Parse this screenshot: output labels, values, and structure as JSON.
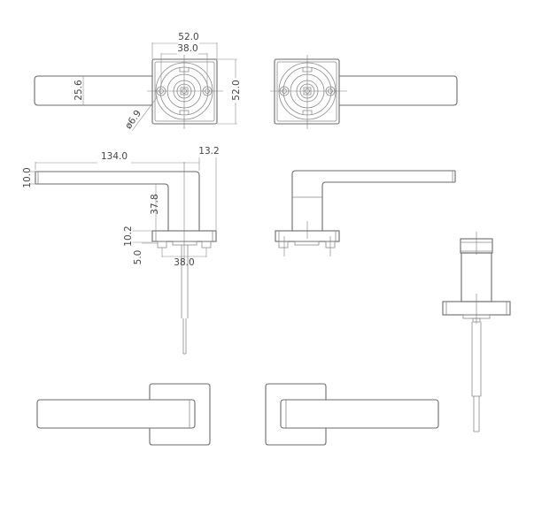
{
  "drawing": {
    "type": "lever handle technical drawing",
    "units": "mm",
    "line_color": "#6a6a6a",
    "background": "#ffffff",
    "views": [
      {
        "id": "top-left",
        "name": "Rear view with rose (left lever)"
      },
      {
        "id": "top-right",
        "name": "Rear view with rose (right lever)"
      },
      {
        "id": "middle-left",
        "name": "Side elevation (dimensioned)"
      },
      {
        "id": "middle-right",
        "name": "Side elevation (mirrored)"
      },
      {
        "id": "right-profile",
        "name": "End profile with spindle"
      },
      {
        "id": "bottom-left",
        "name": "Front view (left lever)"
      },
      {
        "id": "bottom-right",
        "name": "Front view (right lever)"
      }
    ]
  },
  "dimensions": {
    "rose_width": "52.0",
    "fixing_centres": "38.0",
    "rose_height": "52.0",
    "lever_width": "25.6",
    "hole_diameter": "ø6.9",
    "lever_length": "134.0",
    "lever_thickness": "10.0",
    "neck_offset": "13.2",
    "neck_height": "37.8",
    "rose_depth": "10.2",
    "boss_depth": "5.0",
    "base_fixing_centres": "38.0"
  }
}
